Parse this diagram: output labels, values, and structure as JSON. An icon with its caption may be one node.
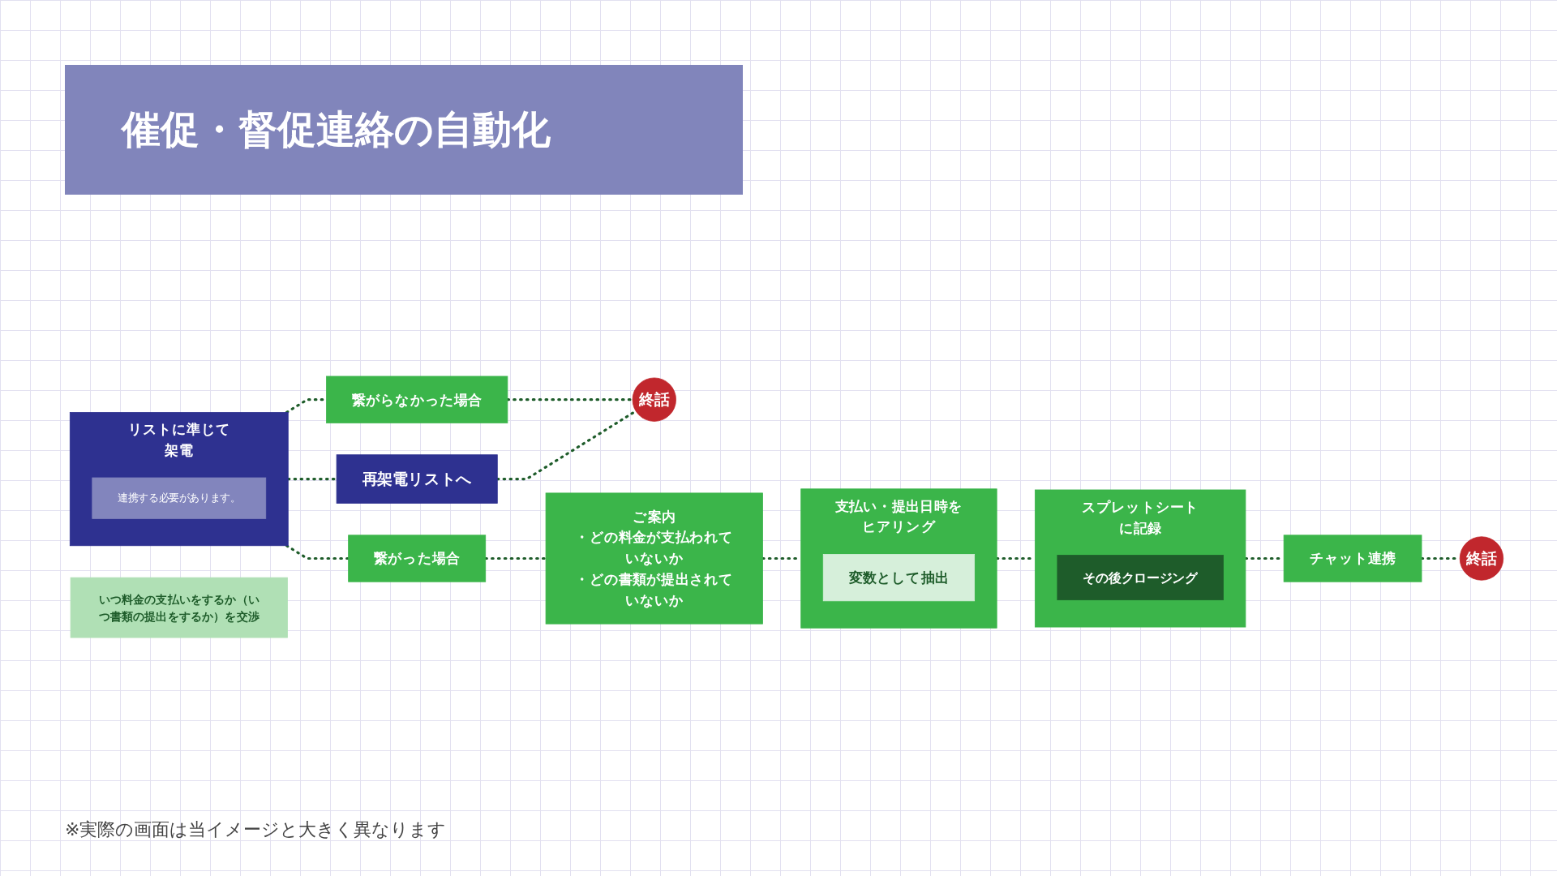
{
  "diagram": {
    "title": "催促・督促連絡の自動化",
    "nodes": [
      {
        "text": [
          "リストに準じて",
          "架電"
        ]
      },
      {
        "text": [
          "連携する必要があります。"
        ],
        "in": 0
      },
      {
        "text": [
          "繋がった場合"
        ]
      },
      {
        "text": [
          "繋がらなかった場合"
        ]
      },
      {
        "text": [
          "再架電リストへ"
        ]
      },
      {
        "text": [
          "終話"
        ]
      },
      {
        "text": [
          "ご案内",
          "・どの料金が支払われていないか",
          "・どの書類が提出されていないか"
        ]
      },
      {
        "text": [
          "支払い・提出日時をヒアリング"
        ]
      },
      {
        "text": [
          "変数として抽出"
        ],
        "in": 7
      },
      {
        "text": [
          "スプレットシートに記録"
        ]
      },
      {
        "text": [
          "その後クロージング"
        ],
        "in": 9
      },
      {
        "text": [
          "いつ料金の支払いをするか（いつ書類の提出をするか）を交渉"
        ]
      },
      {
        "text": [
          "チャット連携"
        ]
      },
      {
        "text": [
          "終話"
        ]
      }
    ],
    "edges": [
      {
        "from": 0,
        "to": 2,
        "arrow": "none"
      },
      {
        "from": 0,
        "to": 3,
        "arrow": "none"
      },
      {
        "from": 0,
        "to": 4,
        "arrow": "none"
      },
      {
        "from": 3,
        "to": 5,
        "arrow": "none"
      },
      {
        "from": 4,
        "to": 5,
        "arrow": "none"
      },
      {
        "from": 2,
        "to": 6,
        "arrow": "none"
      },
      {
        "from": 6,
        "to": 7,
        "arrow": "none"
      },
      {
        "from": 7,
        "to": 9,
        "arrow": "none"
      },
      {
        "from": 9,
        "to": 12,
        "arrow": "none"
      },
      {
        "from": 12,
        "to": 13,
        "arrow": "none"
      }
    ],
    "labels": [
      "※実際の画面は当イメージと大きく異なります"
    ]
  }
}
